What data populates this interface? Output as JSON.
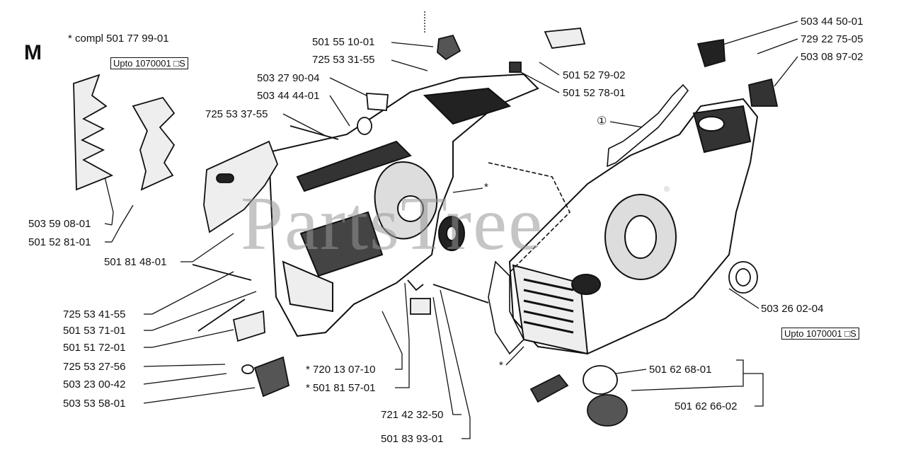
{
  "section_letter": "M",
  "note": "* compl 501 77 99-01",
  "upto_boxes": [
    "Upto 1070001 □S",
    "Upto 1070001 □S"
  ],
  "watermark": "PartsTree",
  "watermark_mark": "®",
  "circled_marker": "①",
  "asterisk": "*",
  "part_labels": [
    "501 55 10-01",
    "725 53 31-55",
    "503 27 90-04",
    "503 44 44-01",
    "725 53 37-55",
    "501 52 79-02",
    "501 52 78-01",
    "503 44 50-01",
    "729 22 75-05",
    "503 08 97-02",
    "503 59 08-01",
    "501 52 81-01",
    "501 81 48-01",
    "725 53 41-55",
    "501 53 71-01",
    "501 51 72-01",
    "725 53 27-56",
    "503 23 00-42",
    "503 53 58-01",
    "* 720 13 07-10",
    "* 501 81 57-01",
    "721 42 32-50",
    "501 83 93-01",
    "503 26 02-04",
    "501 62 68-01",
    "501 62 66-02"
  ]
}
